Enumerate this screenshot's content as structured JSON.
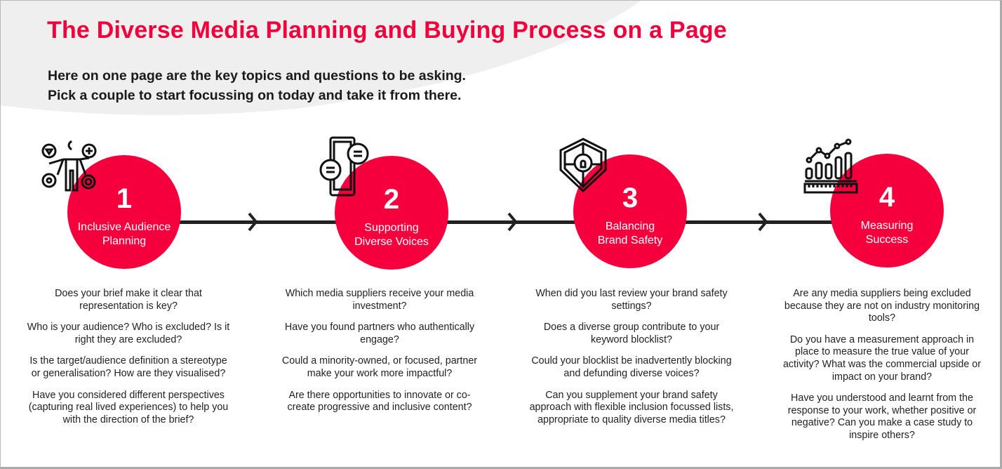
{
  "title": "The Diverse Media Planning and Buying Process on a Page",
  "subtitle": [
    "Here on one page are the key topics and questions to be asking.",
    "Pick a couple to start focussing on today and take it from there."
  ],
  "accent_color": "#f5003d",
  "steps": [
    {
      "number": "1",
      "label": [
        "Inclusive Audience",
        "Planning"
      ],
      "icon": "audience-person-icon",
      "questions": [
        "Does your brief make it clear that representation is key?",
        "Who is your audience? Who is excluded? Is it right they are excluded?",
        "Is the target/audience definition a stereotype or generalisation? How are they visualised?",
        "Have you considered different perspectives (capturing real lived experiences) to help you with the direction of the brief?"
      ]
    },
    {
      "number": "2",
      "label": [
        "Supporting",
        "Diverse Voices"
      ],
      "icon": "phone-chat-icon",
      "questions": [
        "Which media suppliers receive your media investment?",
        "Have you found partners who authentically engage?",
        "Could a minority-owned, or focused, partner make your work more impactful?",
        "Are there opportunities to innovate or co-create progressive and inclusive content?"
      ]
    },
    {
      "number": "3",
      "label": [
        "Balancing",
        "Brand Safety"
      ],
      "icon": "shield-lock-icon",
      "questions": [
        "When did you last review your brand safety settings?",
        "Does a diverse group contribute to your keyword blocklist?",
        "Could your blocklist be inadvertently blocking and defunding diverse voices?",
        "Can you supplement your brand safety approach with flexible inclusion focussed lists, appropriate to quality diverse media titles?"
      ]
    },
    {
      "number": "4",
      "label": [
        "Measuring",
        "Success"
      ],
      "icon": "chart-ruler-icon",
      "questions": [
        "Are any media suppliers being excluded because they are not on industry monitoring tools?",
        "Do you have a measurement approach in place to measure the true value of your activity? What was the commercial upside or impact on your brand?",
        "Have you understood and learnt from the response to your work, whether positive or negative? Can you make a case study to inspire others?"
      ]
    }
  ]
}
